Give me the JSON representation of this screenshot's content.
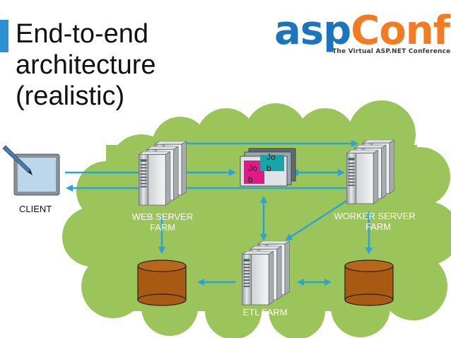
{
  "title_lines": [
    "End-to-end",
    "architecture",
    "(realistic)"
  ],
  "logo": {
    "word_left": "asp",
    "word_right": "Conf",
    "tagline": "The Virtual ASP.NET Conference"
  },
  "nodes": {
    "client": "CLIENT",
    "web_server_line1": "WEB SERVER",
    "web_server_line2": "FARM",
    "worker_server_line1": "WORKER SERVER",
    "worker_server_line2": "FARM",
    "etl": "ETL FARM"
  },
  "queue": {
    "job_front_line1": "Jo",
    "job_front_line2": "b",
    "job_back_line1": "Jo",
    "job_back_line2": "b"
  },
  "colors": {
    "cloud": "#9bc45a",
    "arrow": "#2aa3d6",
    "database": "#a85a12",
    "accent": "#2e8fd6"
  }
}
